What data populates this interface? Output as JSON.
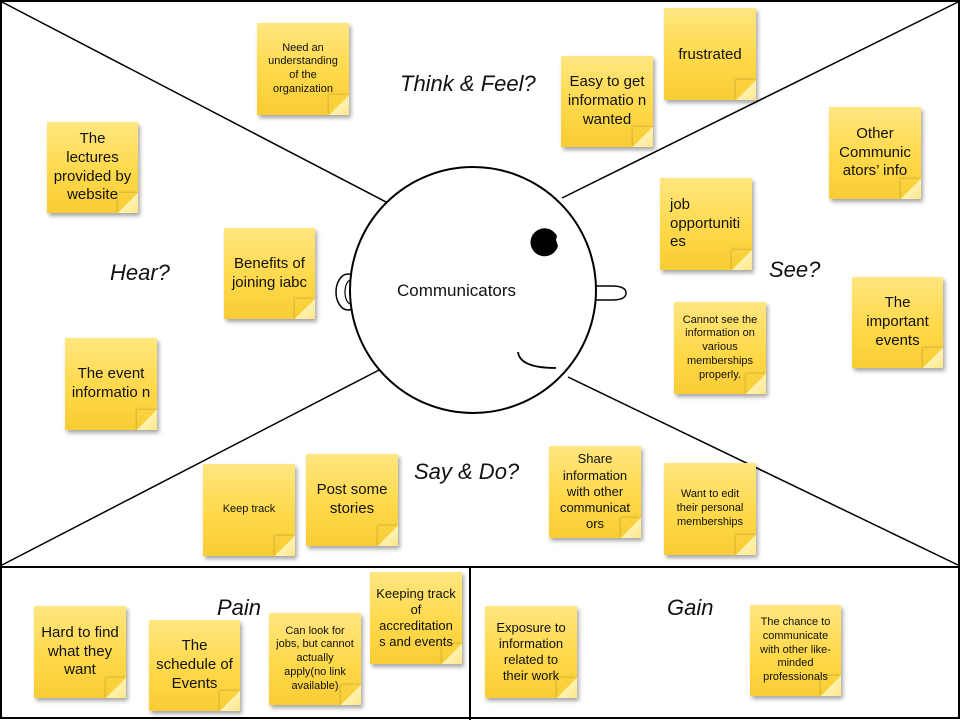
{
  "sections": {
    "think_feel": "Think & Feel?",
    "hear": "Hear?",
    "see": "See?",
    "say_do": "Say & Do?",
    "pain": "Pain",
    "gain": "Gain"
  },
  "center": {
    "label": "Communicators"
  },
  "notes": {
    "need_understanding": "Need an understanding of the organization",
    "easy_info": "Easy to get informatio n wanted",
    "frustrated": "frustrated",
    "lectures": "The lectures provided by website",
    "other_comm_info": "Other Communic ators’ info",
    "job_opp": "job opportuniti es",
    "benefits": "Benefits of joining iabc",
    "important_events": "The important events",
    "cannot_see": "Cannot see the information on various memberships properly.",
    "event_info": "The event informatio n",
    "keep_track": "Keep track",
    "post_stories": "Post some stories",
    "share_info": "Share information with other communicat ors",
    "edit_memberships": "Want to edit their personal memberships",
    "hard_to_find": "Hard to find what they want",
    "schedule": "The schedule of Events",
    "look_jobs": "Can look for jobs, but cannot actually apply(no link available)",
    "keeping_track": "Keeping track of accreditation s and events",
    "exposure": "Exposure to information related to their work",
    "chance": "The chance to communicate with other like- minded professionals"
  },
  "colors": {
    "note": "#ffd94a",
    "line": "#000000",
    "background": "#ffffff"
  }
}
